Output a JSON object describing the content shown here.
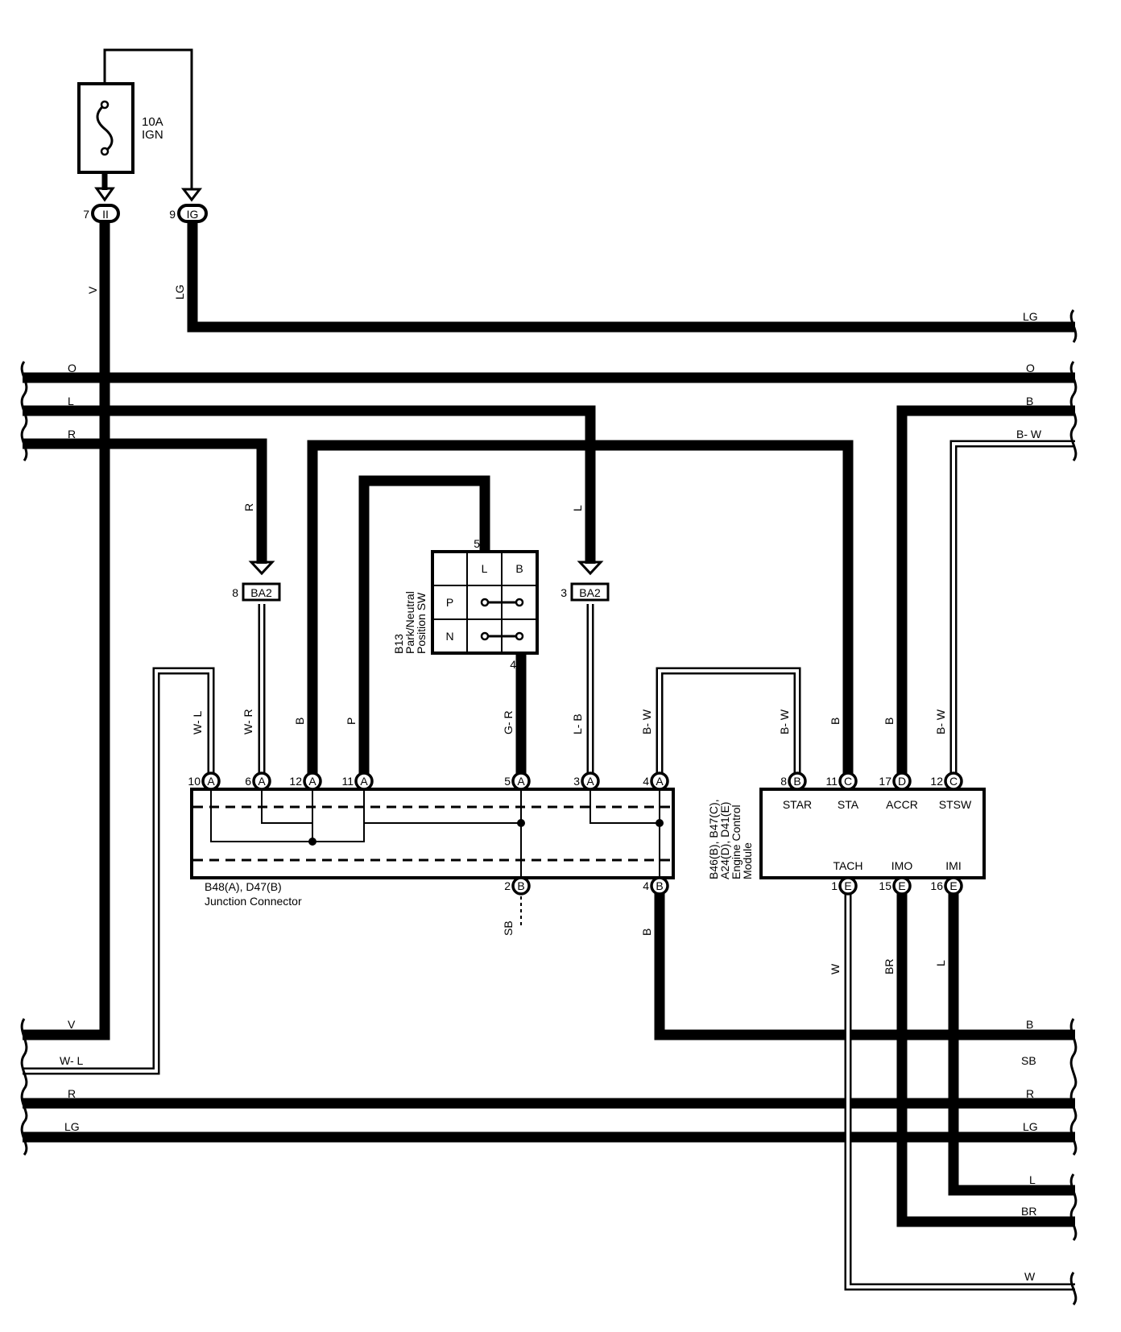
{
  "fuse": {
    "rating": "10A",
    "name": "IGN"
  },
  "top_terminals": [
    {
      "num": "7",
      "code": "II",
      "wire": "V"
    },
    {
      "num": "9",
      "code": "IG",
      "wire": "LG"
    }
  ],
  "left_buses_top": [
    "O",
    "L",
    "R"
  ],
  "right_buses_top": [
    "LG",
    "O",
    "B",
    "B- W"
  ],
  "left_buses_bottom": [
    "V",
    "W- L",
    "R",
    "LG"
  ],
  "right_buses_bottom": [
    "B",
    "SB",
    "R",
    "LG",
    "L",
    "BR",
    "W"
  ],
  "ba2_left": {
    "num": "8",
    "code": "BA2",
    "wire_in": "R"
  },
  "ba2_right": {
    "num": "3",
    "code": "BA2",
    "wire_in": "L"
  },
  "park_neutral_switch": {
    "label_lines": [
      "B13",
      "Park/Neutral",
      "Position SW"
    ],
    "pin_top": "5",
    "pin_bottom": "4",
    "cells": [
      "L",
      "B",
      "P",
      "N"
    ]
  },
  "junction_connector": {
    "label_line1": "B48(A), D47(B)",
    "label_line2": "Junction Connector",
    "top_pins": [
      {
        "num": "10",
        "code": "A",
        "wire": "W- L"
      },
      {
        "num": "6",
        "code": "A",
        "wire": "W- R"
      },
      {
        "num": "12",
        "code": "A",
        "wire": "B"
      },
      {
        "num": "11",
        "code": "A",
        "wire": "P"
      },
      {
        "num": "5",
        "code": "A",
        "wire": "G- R"
      },
      {
        "num": "3",
        "code": "A",
        "wire": "L- B"
      },
      {
        "num": "4",
        "code": "A",
        "wire": "B- W"
      }
    ],
    "bottom_pins": [
      {
        "num": "2",
        "code": "B",
        "wire": "SB"
      },
      {
        "num": "4",
        "code": "B",
        "wire": "B"
      }
    ]
  },
  "ecm": {
    "label_lines": [
      "B46(B), B47(C),",
      "A24(D), D41(E)",
      "Engine Control",
      "Module"
    ],
    "top_pins": [
      {
        "num": "8",
        "code": "B",
        "name": "STAR",
        "wire": "B- W"
      },
      {
        "num": "11",
        "code": "C",
        "name": "STA",
        "wire": "B"
      },
      {
        "num": "17",
        "code": "D",
        "name": "ACCR",
        "wire": "B"
      },
      {
        "num": "12",
        "code": "C",
        "name": "STSW",
        "wire": "B- W"
      }
    ],
    "bottom_pins": [
      {
        "num": "1",
        "code": "E",
        "name": "TACH",
        "wire": "W"
      },
      {
        "num": "15",
        "code": "E",
        "name": "IMO",
        "wire": "BR"
      },
      {
        "num": "16",
        "code": "E",
        "name": "IMI",
        "wire": "L"
      }
    ]
  }
}
